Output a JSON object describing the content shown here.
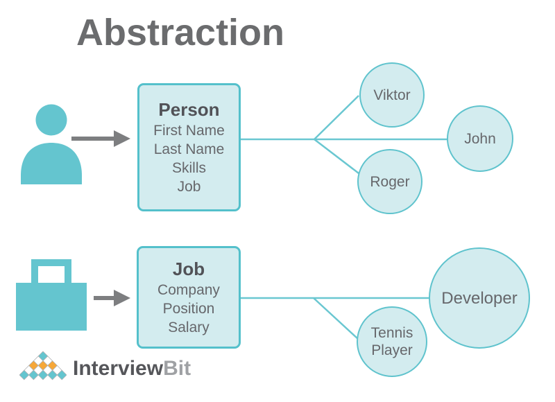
{
  "title": "Abstraction",
  "person_section": {
    "icon": "person-icon",
    "box": {
      "title": "Person",
      "fields": [
        "First Name",
        "Last Name",
        "Skills",
        "Job"
      ]
    },
    "instances": [
      "Viktor",
      "John",
      "Roger"
    ]
  },
  "job_section": {
    "icon": "briefcase-icon",
    "box": {
      "title": "Job",
      "fields": [
        "Company",
        "Position",
        "Salary"
      ]
    },
    "instances": [
      "Developer",
      "Tennis Player"
    ]
  },
  "logo": {
    "icon": "interviewbit-pyramid-icon",
    "text_primary": "Interview",
    "text_secondary": "Bit"
  },
  "colors": {
    "teal_solid": "#64c5cf",
    "teal_fill": "#d3ecef",
    "teal_border": "#54c0cb",
    "teal_line": "#6ac7d1",
    "title_gray": "#6b6c6e",
    "text_gray": "#66676b",
    "arrow_gray": "#7d7e80",
    "logo_orange": "#f6a738",
    "logo_dark_gray": "#55565a",
    "logo_light_gray": "#9fa1a4"
  }
}
